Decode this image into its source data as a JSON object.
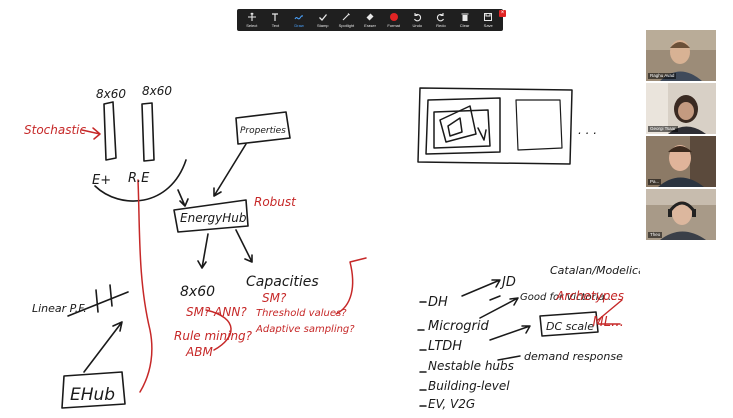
{
  "toolbar": {
    "tools": [
      {
        "label": "Select",
        "icon": "cursor-icon"
      },
      {
        "label": "Text",
        "icon": "text-icon"
      },
      {
        "label": "Draw",
        "icon": "draw-icon"
      },
      {
        "label": "Stamp",
        "icon": "stamp-icon"
      },
      {
        "label": "Spotlight",
        "icon": "spotlight-icon"
      },
      {
        "label": "Eraser",
        "icon": "eraser-icon"
      },
      {
        "label": "Format",
        "icon": "format-icon"
      },
      {
        "label": "Undo",
        "icon": "undo-icon"
      },
      {
        "label": "Redo",
        "icon": "redo-icon"
      },
      {
        "label": "Clear",
        "icon": "trash-icon"
      },
      {
        "label": "Save",
        "icon": "save-icon"
      }
    ],
    "active_tool": "Draw",
    "close_symbol": "×",
    "colors": {
      "bar": "#1f1f1f",
      "active": "#4aa3ff",
      "format_dot": "#e02424"
    }
  },
  "whiteboard": {
    "ink_colors": {
      "black": "#1a1a1a",
      "red": "#c62828"
    },
    "black_notes": {
      "label_8x60_a": "8x60",
      "label_8x60_b": "8x60",
      "label_ex": "E+",
      "label_re": "R.E",
      "box_properties": "Properties",
      "box_energyhub": "EnergyHub",
      "label_8x60_bottom": "8x60",
      "label_capacities": "Capacities",
      "label_linear_pf": "Linear P.F.",
      "box_ehub": "EHub",
      "list_dh": "DH",
      "list_microgrid": "Microgrid",
      "list_ltdh": "LTDH",
      "list_nestable": "Nestable hubs",
      "list_building": "Building-level",
      "list_ev": "EV, V2G",
      "note_jd": "JD",
      "note_catalan": "Catalan/Modelica",
      "note_good": "Good for Victoria…",
      "box_dcscale": "DC scale",
      "note_demand": "demand response",
      "dots": ". . ."
    },
    "red_notes": {
      "stochastic": "Stochastic",
      "robust": "Robust",
      "sm_ann": "SM? ANN?",
      "rule_mining": "Rule mining?",
      "abm": "ABM",
      "sm2": "SM?",
      "threshold": "Threshold values?",
      "adaptive": "Adaptive sampling?",
      "archetypes": "Archetypes",
      "ml": "ML…"
    }
  },
  "participants": [
    {
      "name": "Raghu Avad"
    },
    {
      "name": "Georgi Tsaar"
    },
    {
      "name": "Pa..."
    },
    {
      "name": "Theo"
    }
  ]
}
